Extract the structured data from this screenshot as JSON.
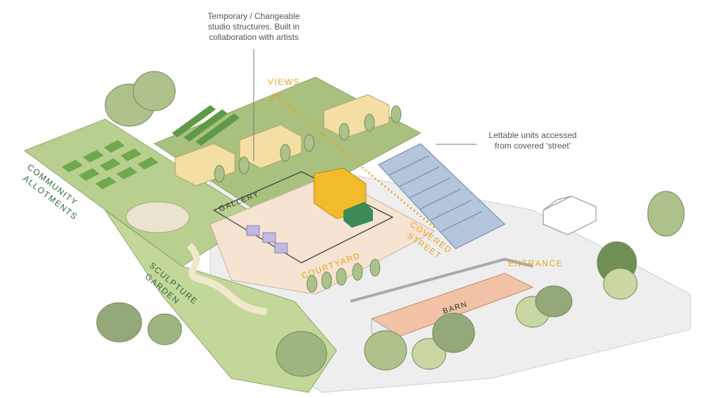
{
  "annotations": {
    "temporary_studios": [
      "Temporary / Changeable",
      "studio structures. Built in",
      "collaboration with artists"
    ],
    "lettable_units": [
      "Lettable units accessed",
      "from covered ‘street’"
    ]
  },
  "labels": {
    "views": "VIEWS",
    "community": "COMMUNITY",
    "allotments": "ALLOTMENTS",
    "sculpture": "SCULPTURE",
    "garden": "GARDEN",
    "gallery": "GALLERY",
    "courtyard": "COURTYARD",
    "covered": "COVERED",
    "street": "STREET",
    "entrance": "ENTRANCE",
    "barn": "BARN"
  },
  "colors": {
    "grass": "#b9cf8f",
    "allotment_bed": "#6fa84f",
    "building_yellow": "#f3dfa3",
    "studio_orange": "#f2bb2c",
    "covered_roof_blue": "#b4c5dc",
    "courtyard": "#f6e3d2",
    "barn_roof": "#f2c2a6",
    "tree": "#aec18a",
    "label_green": "#2f6b3a",
    "label_orange": "#e8a51c"
  }
}
